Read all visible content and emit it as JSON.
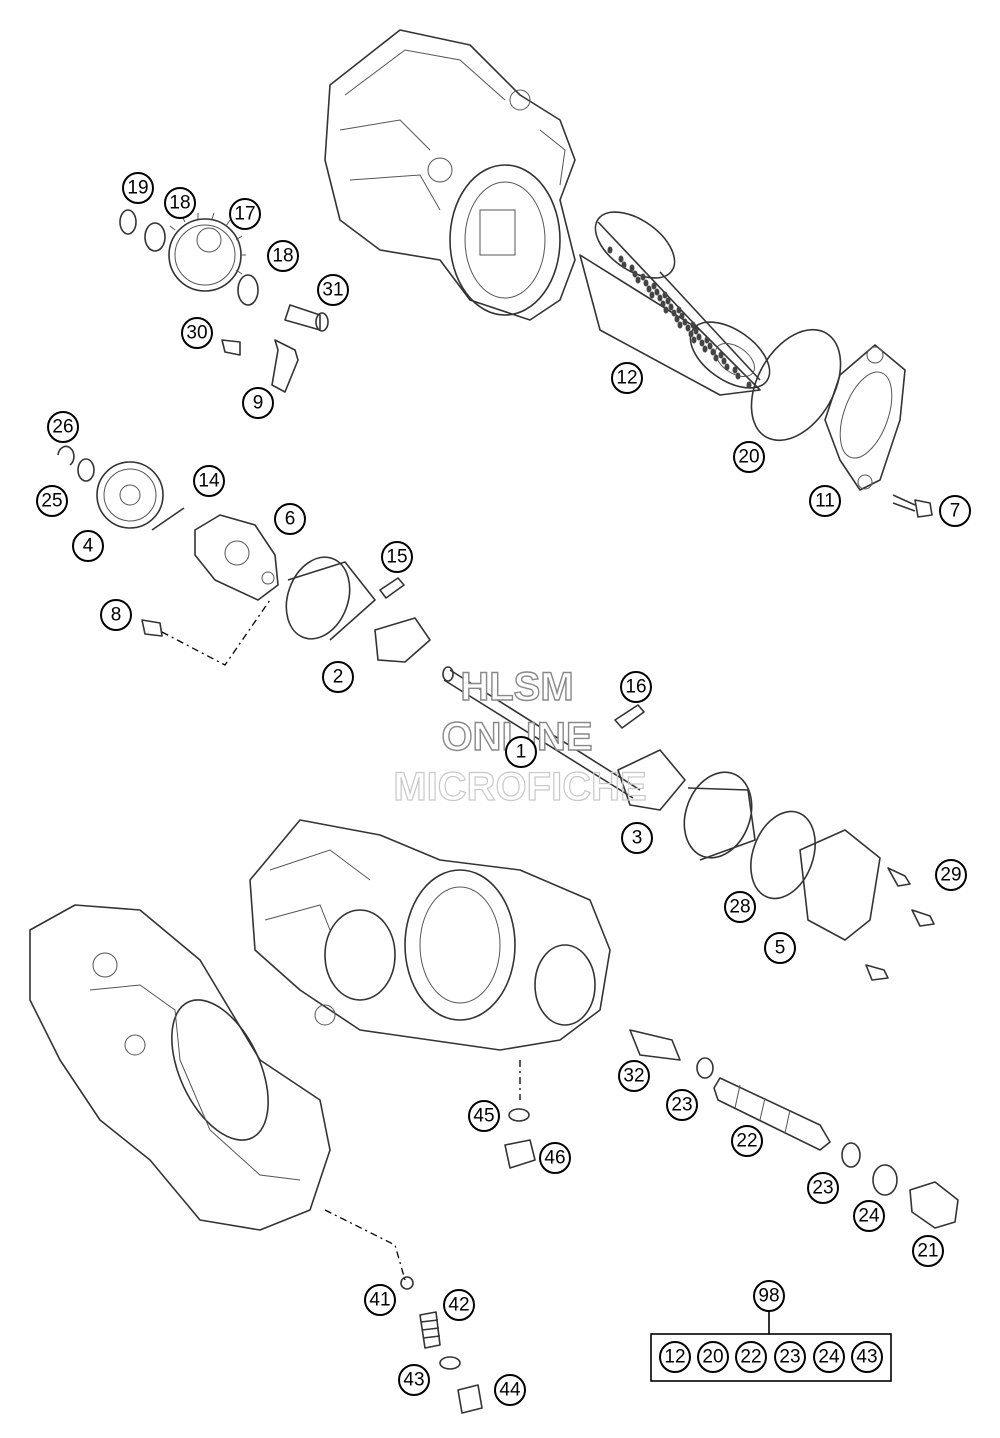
{
  "watermark": {
    "line1": "HLSM",
    "line2": "ONLINE",
    "line3": "MICROFICHE"
  },
  "callouts": [
    {
      "id": "c19",
      "label": "19"
    },
    {
      "id": "c18a",
      "label": "18"
    },
    {
      "id": "c17",
      "label": "17"
    },
    {
      "id": "c18b",
      "label": "18"
    },
    {
      "id": "c31",
      "label": "31"
    },
    {
      "id": "c30",
      "label": "30"
    },
    {
      "id": "c9",
      "label": "9"
    },
    {
      "id": "c12",
      "label": "12"
    },
    {
      "id": "c20",
      "label": "20"
    },
    {
      "id": "c11",
      "label": "11"
    },
    {
      "id": "c7",
      "label": "7"
    },
    {
      "id": "c26",
      "label": "26"
    },
    {
      "id": "c14",
      "label": "14"
    },
    {
      "id": "c25",
      "label": "25"
    },
    {
      "id": "c6",
      "label": "6"
    },
    {
      "id": "c4",
      "label": "4"
    },
    {
      "id": "c15",
      "label": "15"
    },
    {
      "id": "c8",
      "label": "8"
    },
    {
      "id": "c2",
      "label": "2"
    },
    {
      "id": "c16",
      "label": "16"
    },
    {
      "id": "c1",
      "label": "1"
    },
    {
      "id": "c3",
      "label": "3"
    },
    {
      "id": "c29",
      "label": "29"
    },
    {
      "id": "c28",
      "label": "28"
    },
    {
      "id": "c5",
      "label": "5"
    },
    {
      "id": "c32",
      "label": "32"
    },
    {
      "id": "c23a",
      "label": "23"
    },
    {
      "id": "c45",
      "label": "45"
    },
    {
      "id": "c22",
      "label": "22"
    },
    {
      "id": "c46",
      "label": "46"
    },
    {
      "id": "c23b",
      "label": "23"
    },
    {
      "id": "c24",
      "label": "24"
    },
    {
      "id": "c21",
      "label": "21"
    },
    {
      "id": "c41",
      "label": "41"
    },
    {
      "id": "c42",
      "label": "42"
    },
    {
      "id": "c43",
      "label": "43"
    },
    {
      "id": "c44",
      "label": "44"
    },
    {
      "id": "c98",
      "label": "98"
    }
  ],
  "kit": {
    "label": "98",
    "items": [
      "12",
      "20",
      "22",
      "23",
      "24",
      "43"
    ]
  }
}
